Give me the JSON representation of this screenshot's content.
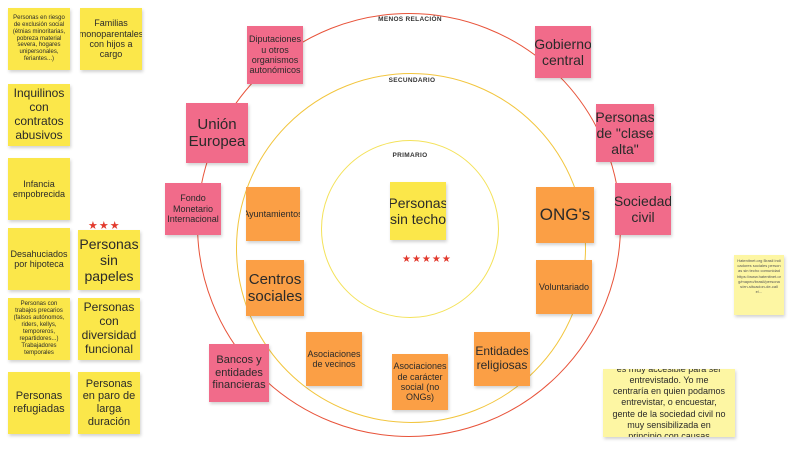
{
  "rings": {
    "outer_label": "MENOS RELACIÓN",
    "middle_label": "SECUNDARIO",
    "inner_label": "PRIMARIO",
    "colors": {
      "outer": "#e8533a",
      "middle": "#f2c53d",
      "inner": "#f4e25a"
    }
  },
  "left_column": {
    "exclusion": "Personas en riesgo de exclusión social (étnias minoritarias, pobreza material severa, hogares unipersonales, feriantes...)",
    "single_parent": "Familias monoparentales con hijos a cargo",
    "tenants": "Inquilinos con contratos abusivos",
    "child_poverty": "Infancia empobrecida",
    "evicted": "Desahuciados por hipoteca",
    "undocumented": "Personas sin papeles",
    "precarious": "Personas con trabajos precarios (falsos autónomos, riders, kellys, temporeros, repartidores...) Trabajadores temporales",
    "functional_diversity": "Personas con diversidad funcional",
    "refugees": "Personas refugiadas",
    "unemployed": "Personas en paro de larga duración"
  },
  "outer_ring_notes": {
    "diputaciones": "Diputaciones u otros organismos autonómicos",
    "gobierno": "Gobierno central",
    "union_europea": "Unión Europea",
    "clase_alta": "Personas de \"clase alta\"",
    "fmi": "Fondo Monetario Internacional",
    "sociedad_civil": "Sociedad civil",
    "bancos": "Bancos y entidades financieras"
  },
  "middle_ring_notes": {
    "ayuntamientos": "Ayuntamientos",
    "centros": "Centros sociales",
    "ongs": "ONG's",
    "voluntariado": "Voluntariado",
    "vecinos": "Asociaciones de vecinos",
    "caracter_social": "Asociaciones de carácter social (no ONGs)",
    "religiosas": "Entidades religiosas"
  },
  "center": {
    "label": "Personas sin techo",
    "stars": "★★★★★"
  },
  "stars_undocumented": "★★★",
  "comment": "Creo que el círculo mayor no es muy accesible para ser entrevistado. Yo me centraría en quien podamos entrevistar, o encuestar, gente de la sociedad civil no muy sensibilizada en principio con causas sociales.",
  "small_note": "Hatenitnet.org Brasil indicadores sociales personas sin techo comunidad https://www.hatenitnet.org/mapeo/brasil/personas/en-situacion-de-calle/...",
  "colors": {
    "yellow": "#fbe74a",
    "orange": "#fb9f45",
    "pink": "#f16b8a",
    "light_yellow": "#fdf6a3"
  }
}
